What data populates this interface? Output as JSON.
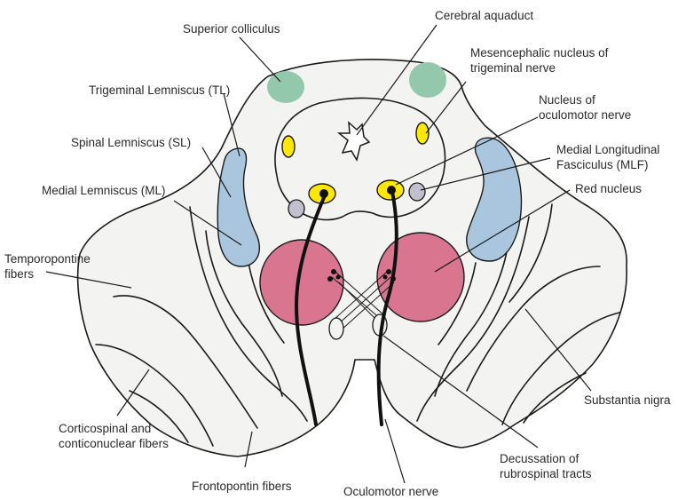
{
  "labels": {
    "superior_colliculus": "Superior colliculus",
    "cerebral_aquaduct": "Cerebral aquaduct",
    "mesencephalic_nucleus": [
      "Mesencephalic nucleus of",
      "trigeminal nerve"
    ],
    "trigeminal_lemniscus": "Trigeminal Lemniscus (TL)",
    "nucleus_oculomotor": [
      "Nucleus of",
      "oculomotor nerve"
    ],
    "spinal_lemniscus": "Spinal Lemniscus (SL)",
    "mlf": [
      "Medial Longitudinal",
      "Fasciculus (MLF)"
    ],
    "medial_lemniscus": "Medial Lemniscus (ML)",
    "red_nucleus": "Red nucleus",
    "temporopontine": [
      "Temporopontine",
      "fibers"
    ],
    "substantia_nigra": "Substantia nigra",
    "corticospinal": [
      "Corticospinal and",
      "conticonuclear fibers"
    ],
    "frontopontin": "Frontopontin fibers",
    "oculomotor_nerve": "Oculomotor nerve",
    "decussation": [
      "Decussation of",
      "rubrospinal tracts"
    ]
  },
  "colors": {
    "outline": "#1a1a1a",
    "tissue_fill": "#f3f4f1",
    "colliculus": "#93c8ad",
    "lemniscus": "#a9c6de",
    "red_nucleus": "#da7590",
    "nucleus_yellow": "#ffe800",
    "mlf_grey": "#c2c0cf"
  }
}
